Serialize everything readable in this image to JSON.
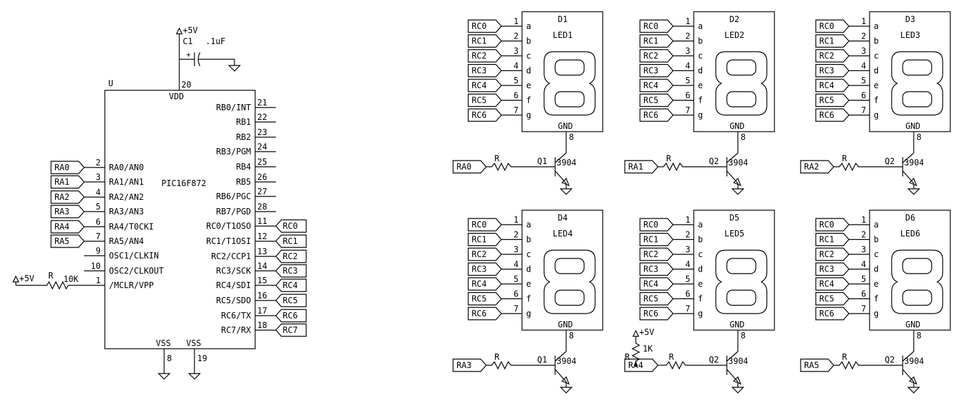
{
  "supply": "+5V",
  "capacitor": {
    "ref": "C1",
    "value": ".1uF",
    "plus": "+"
  },
  "mcu": {
    "ref": "U",
    "part": "PIC16F872",
    "vdd_label": "VDD",
    "vdd_pin": "20",
    "vss_label": "VSS",
    "vss_pins": [
      "8",
      "19"
    ],
    "left_pins": [
      {
        "num": "2",
        "name": "RA0/AN0",
        "net": "RA0"
      },
      {
        "num": "3",
        "name": "RA1/AN1",
        "net": "RA1"
      },
      {
        "num": "4",
        "name": "RA2/AN2",
        "net": "RA2"
      },
      {
        "num": "5",
        "name": "RA3/AN3",
        "net": "RA3"
      },
      {
        "num": "6",
        "name": "RA4/T0CKI",
        "net": "RA4"
      },
      {
        "num": "7",
        "name": "RA5/AN4",
        "net": "RA5"
      },
      {
        "num": "9",
        "name": "OSC1/CLKIN",
        "net": ""
      },
      {
        "num": "10",
        "name": "OSC2/CLKOUT",
        "net": ""
      },
      {
        "num": "1",
        "name": "/MCLR/VPP",
        "net": ""
      }
    ],
    "right_pins": [
      {
        "num": "21",
        "name": "RB0/INT",
        "net": ""
      },
      {
        "num": "22",
        "name": "RB1",
        "net": ""
      },
      {
        "num": "23",
        "name": "RB2",
        "net": ""
      },
      {
        "num": "24",
        "name": "RB3/PGM",
        "net": ""
      },
      {
        "num": "25",
        "name": "RB4",
        "net": ""
      },
      {
        "num": "26",
        "name": "RB5",
        "net": ""
      },
      {
        "num": "27",
        "name": "RB6/PGC",
        "net": ""
      },
      {
        "num": "28",
        "name": "RB7/PGD",
        "net": ""
      },
      {
        "num": "11",
        "name": "RC0/T1OSO",
        "net": "RC0"
      },
      {
        "num": "12",
        "name": "RC1/T1OSI",
        "net": "RC1"
      },
      {
        "num": "13",
        "name": "RC2/CCP1",
        "net": "RC2"
      },
      {
        "num": "14",
        "name": "RC3/SCK",
        "net": "RC3"
      },
      {
        "num": "15",
        "name": "RC4/SDI",
        "net": "RC4"
      },
      {
        "num": "16",
        "name": "RC5/SDO",
        "net": "RC5"
      },
      {
        "num": "17",
        "name": "RC6/TX",
        "net": "RC6"
      },
      {
        "num": "18",
        "name": "RC7/RX",
        "net": "RC7"
      }
    ]
  },
  "mclr_resistor": {
    "ref": "R",
    "value": "10K"
  },
  "displays": [
    {
      "ref": "D1",
      "part": "LED1",
      "drive": "RA0",
      "q": "Q1",
      "qpart": "3904",
      "r": "R"
    },
    {
      "ref": "D2",
      "part": "LED2",
      "drive": "RA1",
      "q": "Q2",
      "qpart": "3904",
      "r": "R"
    },
    {
      "ref": "D3",
      "part": "LED3",
      "drive": "RA2",
      "q": "Q2",
      "qpart": "3904",
      "r": "R"
    },
    {
      "ref": "D4",
      "part": "LED4",
      "drive": "RA3",
      "q": "Q1",
      "qpart": "3904",
      "r": "R"
    },
    {
      "ref": "D5",
      "part": "LED5",
      "drive": "RA4",
      "q": "Q2",
      "qpart": "3904",
      "r": "R"
    },
    {
      "ref": "D6",
      "part": "LED6",
      "drive": "RA5",
      "q": "Q2",
      "qpart": "3904",
      "r": "R"
    }
  ],
  "display_pins": [
    {
      "num": "1",
      "seg": "a",
      "net": "RC0"
    },
    {
      "num": "2",
      "seg": "b",
      "net": "RC1"
    },
    {
      "num": "3",
      "seg": "c",
      "net": "RC2"
    },
    {
      "num": "4",
      "seg": "d",
      "net": "RC3"
    },
    {
      "num": "5",
      "seg": "e",
      "net": "RC4"
    },
    {
      "num": "6",
      "seg": "f",
      "net": "RC5"
    },
    {
      "num": "7",
      "seg": "g",
      "net": "RC6"
    }
  ],
  "display_gnd": {
    "label": "GND",
    "pin": "8"
  },
  "digit_glyph": "8",
  "pullup": {
    "ref": "R",
    "value": "1K",
    "supply": "+5V"
  }
}
